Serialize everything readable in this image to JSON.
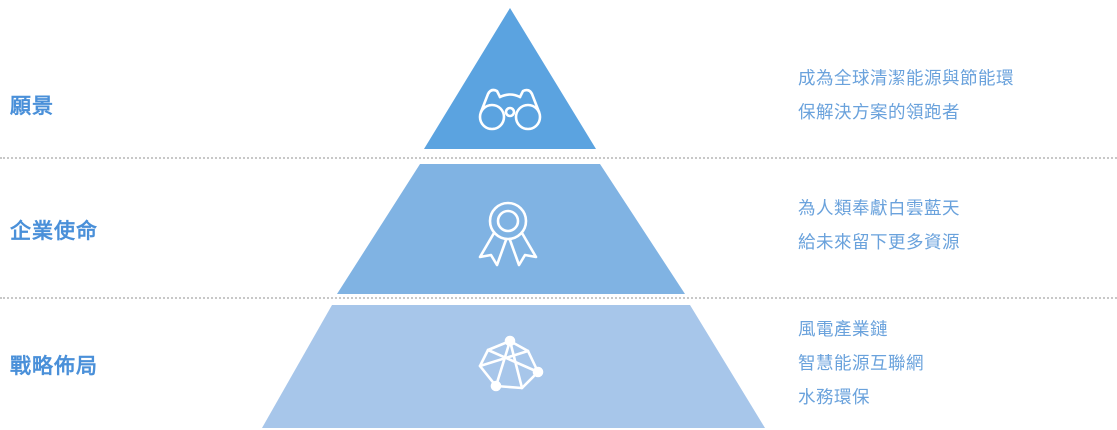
{
  "tiers": [
    {
      "label": "願景",
      "icon": "binoculars-icon",
      "color": "#5ba3e0",
      "lines": [
        "成為全球清潔能源與節能環",
        "保解決方案的領跑者"
      ]
    },
    {
      "label": "企業使命",
      "icon": "award-ribbon-icon",
      "color": "#80b3e3",
      "lines": [
        "為人類奉獻白雲藍天",
        "給未來留下更多資源"
      ]
    },
    {
      "label": "戰略佈局",
      "icon": "network-globe-icon",
      "color": "#a7c6ea",
      "lines": [
        "風電產業鏈",
        "智慧能源互聯網",
        "水務環保"
      ]
    }
  ]
}
